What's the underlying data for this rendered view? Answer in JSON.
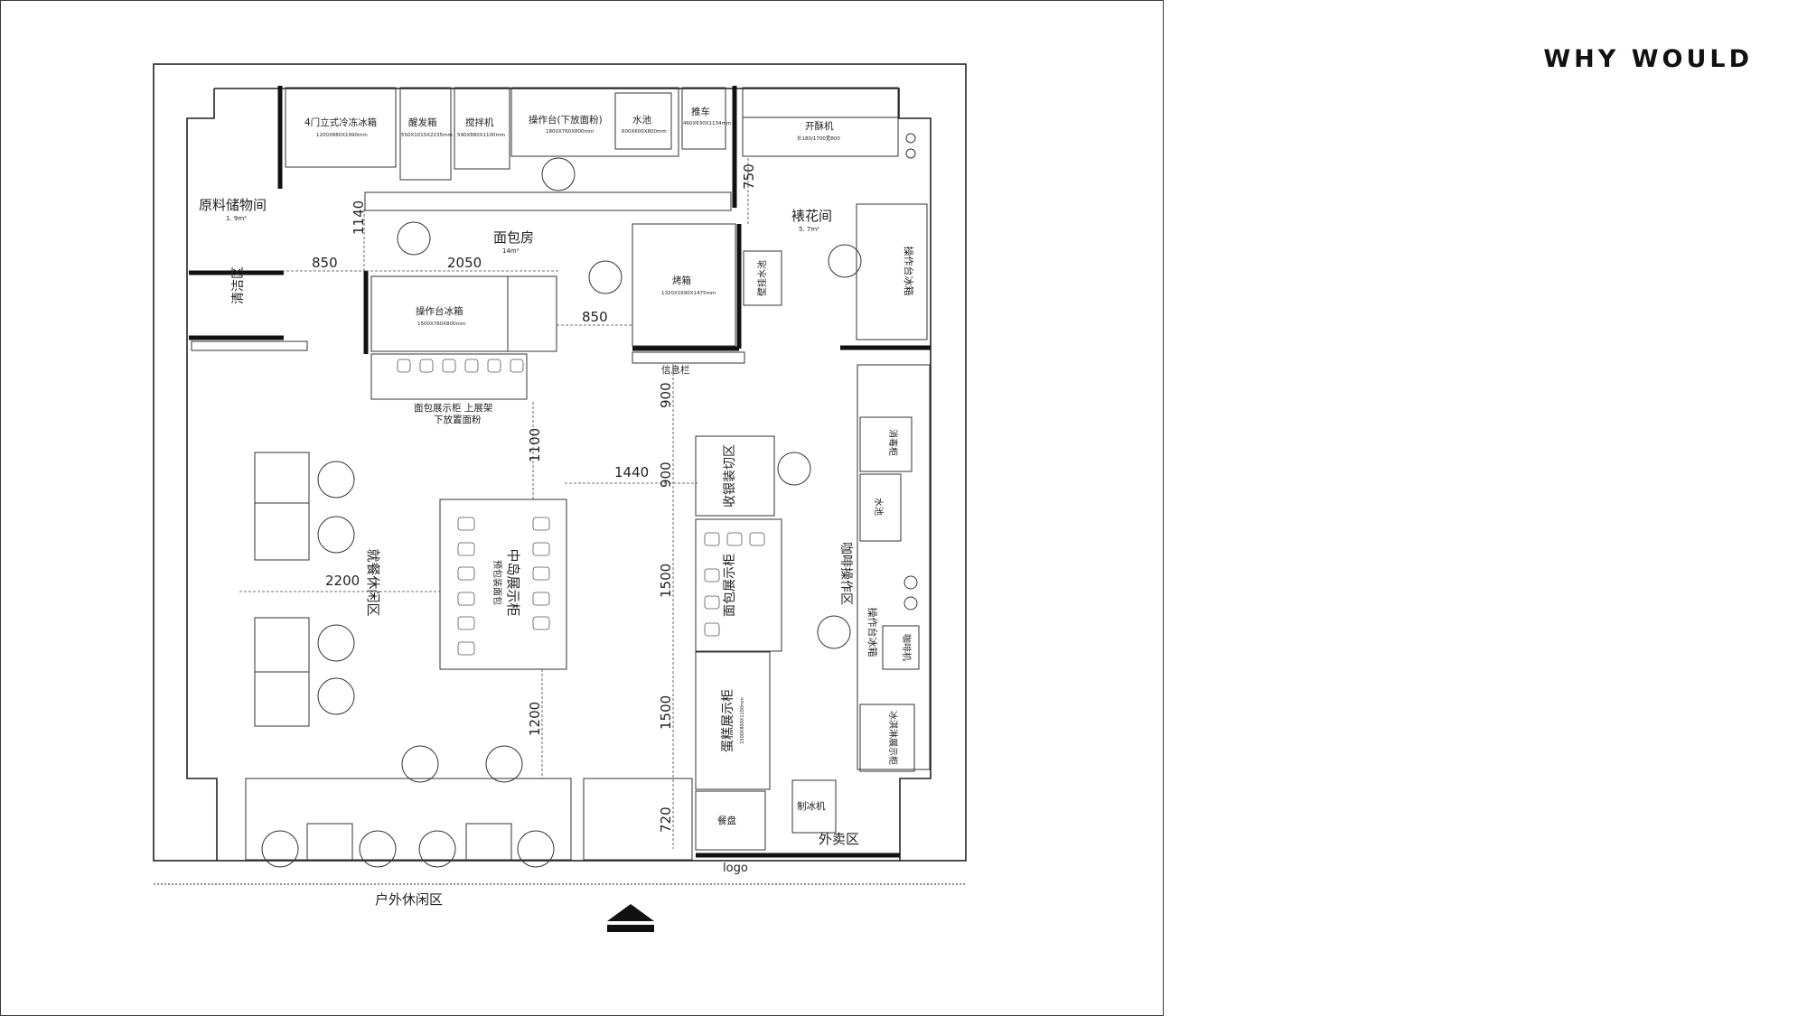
{
  "brand": "WHY WOULD",
  "rooms": {
    "storage": "原料储物间",
    "storage_area": "1. 9m²",
    "bakery": "面包房",
    "bakery_area": "14m²",
    "cleaning": "清洁区",
    "decoration": "裱花间",
    "decoration_area": "5. 7m²",
    "dining": "就餐休闲区",
    "coffee": "咖啡操作区",
    "takeaway": "外卖区",
    "outdoor": "户外休闲区"
  },
  "equipment": {
    "freezer": "4门立式冷冻冰箱",
    "freezer_dim": "1200X880X1990mm",
    "proofer": "醒发箱",
    "proofer_dim": "550X1015X2235mm",
    "mixer": "搅拌机",
    "mixer_dim": "590X880X1100mm",
    "worktable": "操作台(下放面粉)",
    "worktable_dim": "1800X760X800mm",
    "sink": "水池",
    "sink_dim": "600X600X800mm",
    "cart": "推车",
    "cart_dim": "460X630X1134mm",
    "sheeter": "开酥机",
    "sheeter_dim": "长180/1700宽800",
    "oven": "烤箱",
    "oven_dim": "1320X1690X1475mm",
    "wall_sink": "壁挂水池",
    "fridge_table_bakery": "操作台冰箱",
    "fridge_table_bakery_dim": "1500X760X800mm",
    "fridge_table_deco": "操作台冰箱",
    "info_bar": "信息栏",
    "bread_cabinet_line1": "面包展示柜  上展架",
    "bread_cabinet_line2": "下放置面粉",
    "island": "中岛展示柜",
    "island_sub": "预包装面包",
    "cashier": "收银装切区",
    "bread_display": "面包展示柜",
    "cake_display": "蛋糕展示柜",
    "cake_dim": "1500X800X1100mm",
    "tray": "餐盘",
    "ice_maker": "制冰机",
    "sterilizer": "消毒柜",
    "coffee_sink": "水池",
    "fridge_table_coffee": "操作台冰箱",
    "coffee_machine": "咖啡机",
    "icecream": "冰淇淋展示柜",
    "logo": "logo"
  },
  "dimensions": {
    "d750": "750",
    "d1140": "1140",
    "d850a": "850",
    "d2050": "2050",
    "d850b": "850",
    "d900a": "900",
    "d1100": "1100",
    "d1440": "1440",
    "d900b": "900",
    "d2200": "2200",
    "d1500a": "1500",
    "d1500b": "1500",
    "d1200": "1200",
    "d720": "720"
  }
}
